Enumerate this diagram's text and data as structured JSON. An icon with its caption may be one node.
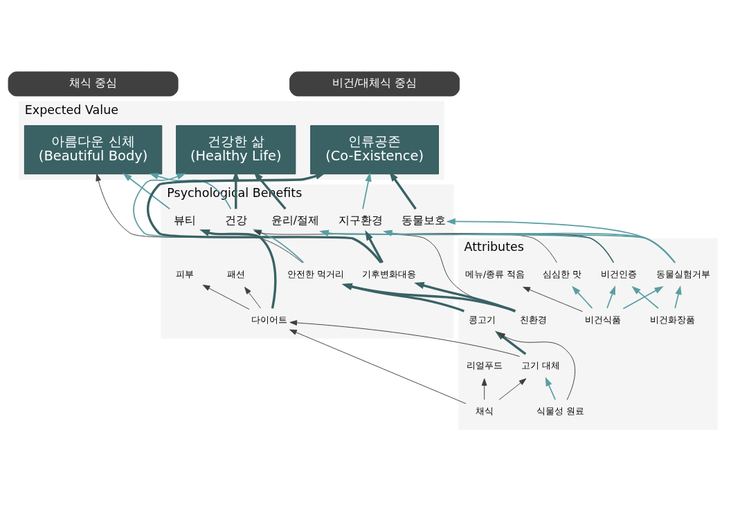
{
  "diagram": {
    "nodes": [
      {
        "text": [
          "채식 중심"
        ]
      },
      {
        "text": [
          "비건/대체식 중심"
        ]
      },
      {
        "text": [
          "Expected Value"
        ]
      },
      {
        "text": [
          "아름다운 신체 (Beautiful Body)"
        ],
        "in": 2
      },
      {
        "text": [
          "건강한 삶 (Healthy Life)"
        ],
        "in": 2
      },
      {
        "text": [
          "인류공존 (Co-Existence)"
        ],
        "in": 2
      },
      {
        "text": [
          "Psychological Benefits"
        ]
      },
      {
        "text": [
          "뷰티"
        ],
        "in": 6
      },
      {
        "text": [
          "건강"
        ],
        "in": 6
      },
      {
        "text": [
          "윤리/절제"
        ],
        "in": 6
      },
      {
        "text": [
          "지구환경"
        ],
        "in": 6
      },
      {
        "text": [
          "동물보호"
        ],
        "in": 6
      },
      {
        "text": [
          "패션"
        ],
        "in": 6
      },
      {
        "text": [
          "피부"
        ],
        "in": 6
      },
      {
        "text": [
          "다이어트"
        ],
        "in": 6
      },
      {
        "text": [
          "안전한 먹거리"
        ],
        "in": 6
      },
      {
        "text": [
          "기후변화대응"
        ],
        "in": 6
      },
      {
        "text": [
          "Attributes"
        ]
      },
      {
        "text": [
          "리얼푸드"
        ],
        "in": 17
      },
      {
        "text": [
          "고기 대체"
        ],
        "in": 17
      },
      {
        "text": [
          "콩고기"
        ],
        "in": 17
      },
      {
        "text": [
          "친환경"
        ],
        "in": 17
      },
      {
        "text": [
          "심심한 맛"
        ],
        "in": 17
      },
      {
        "text": [
          "비건인증"
        ],
        "in": 17
      },
      {
        "text": [
          "동물실험거부"
        ],
        "in": 17
      },
      {
        "text": [
          "채식"
        ],
        "in": 17
      },
      {
        "text": [
          "식물성 원료"
        ],
        "in": 17
      },
      {
        "text": [
          "메뉴/종류 적음"
        ],
        "in": 17
      },
      {
        "text": [
          "비건식품"
        ],
        "in": 17
      },
      {
        "text": [
          "비건화장품"
        ],
        "in": 17
      }
    ],
    "edges": [
      {
        "from": 7,
        "to": 3,
        "arrow": "to"
      },
      {
        "from": 15,
        "to": 3,
        "arrow": "to",
        "color": "#404040"
      },
      {
        "from": 8,
        "to": 3,
        "arrow": "to"
      },
      {
        "from": 8,
        "to": 4,
        "arrow": "to",
        "style": "thick",
        "color": "#3a6265"
      },
      {
        "from": 16,
        "to": 4,
        "arrow": "to"
      },
      {
        "from": 9,
        "to": 4,
        "arrow": "to",
        "style": "thick",
        "color": "#3a6265"
      },
      {
        "from": 16,
        "to": 5,
        "arrow": "to",
        "style": "thick",
        "color": "#3a6265"
      },
      {
        "from": 16,
        "to": 10,
        "arrow": "to",
        "style": "thick",
        "color": "#3a6265"
      },
      {
        "from": 10,
        "to": 5,
        "arrow": "to"
      },
      {
        "from": 11,
        "to": 5,
        "arrow": "to",
        "style": "thick",
        "color": "#3a6265"
      },
      {
        "from": 14,
        "to": 7,
        "arrow": "to",
        "style": "thick",
        "color": "#3a6265"
      },
      {
        "from": 14,
        "to": 12,
        "arrow": "to",
        "color": "#404040"
      },
      {
        "from": 14,
        "to": 13,
        "arrow": "to",
        "color": "#404040"
      },
      {
        "from": 15,
        "to": 8,
        "arrow": "to"
      },
      {
        "from": 21,
        "to": 8,
        "arrow": "to",
        "color": "#404040"
      },
      {
        "from": 20,
        "to": 15,
        "arrow": "to",
        "style": "thick",
        "color": "#3a6265"
      },
      {
        "from": 21,
        "to": 15,
        "arrow": "to",
        "style": "thick",
        "color": "#3a6265"
      },
      {
        "from": 21,
        "to": 16,
        "arrow": "to",
        "style": "thick",
        "color": "#3a6265"
      },
      {
        "from": 22,
        "to": 9,
        "arrow": "to",
        "color": "#404040"
      },
      {
        "from": 23,
        "to": 9,
        "arrow": "to"
      },
      {
        "from": 24,
        "to": 9,
        "arrow": "to"
      },
      {
        "from": 23,
        "to": 10,
        "arrow": "to",
        "color": "#404040"
      },
      {
        "from": 24,
        "to": 10,
        "arrow": "to"
      },
      {
        "from": 24,
        "to": 11,
        "arrow": "to"
      },
      {
        "from": 25,
        "to": 18,
        "arrow": "to",
        "color": "#404040"
      },
      {
        "from": 25,
        "to": 14,
        "arrow": "to",
        "color": "#404040"
      },
      {
        "from": 25,
        "to": 19,
        "arrow": "to",
        "color": "#404040"
      },
      {
        "from": 19,
        "to": 14,
        "arrow": "to",
        "color": "#404040"
      },
      {
        "from": 19,
        "to": 20,
        "arrow": "to",
        "style": "thick",
        "color": "#3a6265"
      },
      {
        "from": 26,
        "to": 19,
        "arrow": "to"
      },
      {
        "from": 26,
        "to": 20,
        "arrow": "to",
        "color": "#404040"
      },
      {
        "from": 28,
        "to": 27,
        "arrow": "to",
        "color": "#404040"
      },
      {
        "from": 28,
        "to": 22,
        "arrow": "to"
      },
      {
        "from": 28,
        "to": 23,
        "arrow": "to"
      },
      {
        "from": 28,
        "to": 24,
        "arrow": "to"
      },
      {
        "from": 29,
        "to": 23,
        "arrow": "to"
      },
      {
        "from": 29,
        "to": 24,
        "arrow": "to"
      }
    ]
  }
}
